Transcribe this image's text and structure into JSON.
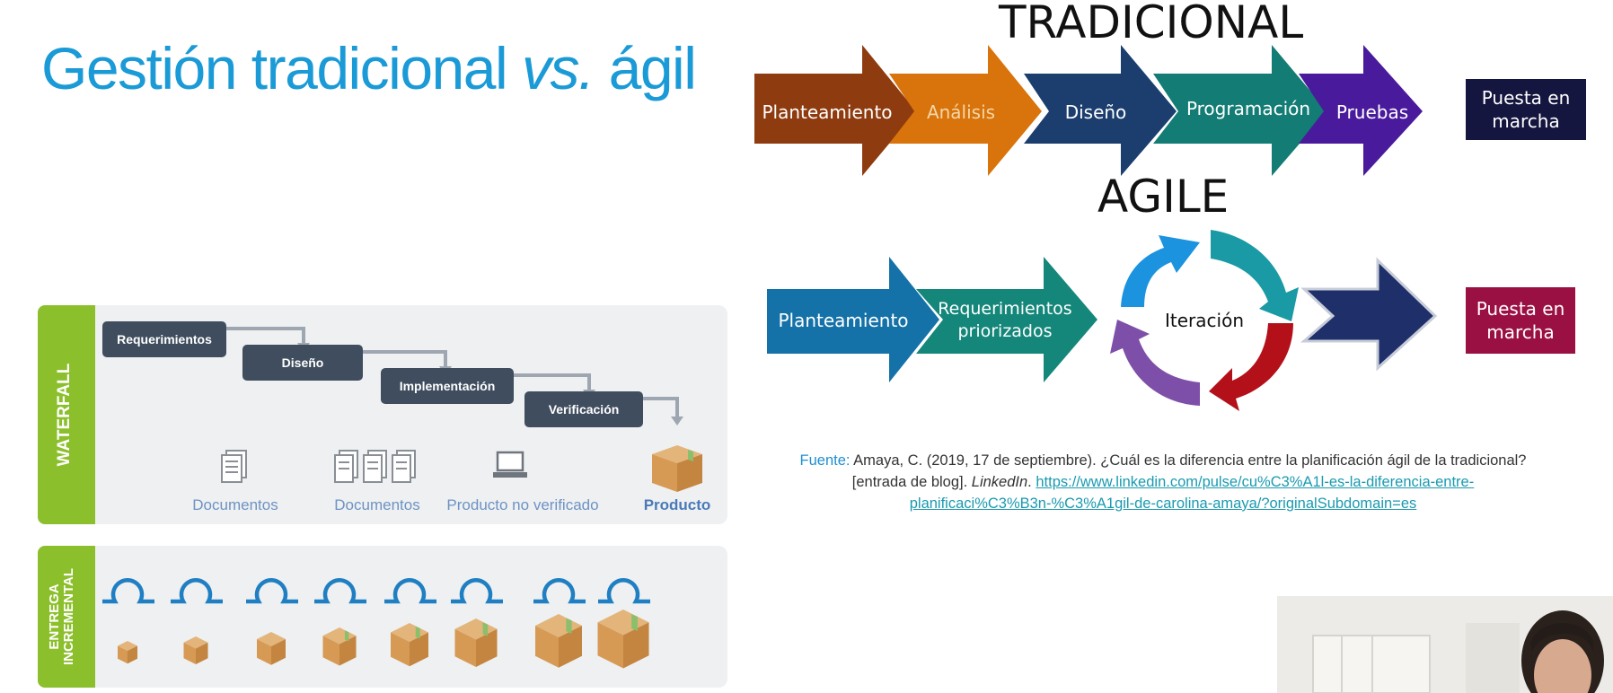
{
  "slide": {
    "title_main": "Gestión tradicional ",
    "title_vs": "vs.",
    "title_end": " ágil"
  },
  "waterfall": {
    "label": "WATERFALL",
    "steps": [
      "Requerimientos",
      "Diseño",
      "Implementación",
      "Verificación"
    ],
    "outputs": [
      "Documentos",
      "Documentos",
      "Producto no verificado",
      "Producto"
    ]
  },
  "incremental": {
    "label_line1": "ENTREGA",
    "label_line2": "INCREMENTAL",
    "iterations": 8
  },
  "traditional": {
    "heading": "TRADICIONAL",
    "stages": [
      "Planteamiento",
      "Análisis",
      "Diseño",
      "Programación",
      "Pruebas"
    ],
    "end_box": "Puesta en marcha"
  },
  "agile": {
    "heading": "AGILE",
    "stages": [
      "Planteamiento",
      "Requerimientos priorizados"
    ],
    "cycle_label": "Iteración",
    "end_box": "Puesta en marcha"
  },
  "citation": {
    "label": "Fuente:",
    "text": " Amaya, C. (2019, 17 de septiembre). ¿Cuál es la diferencia entre la planificación ágil de la tradicional? [entrada de blog]. ",
    "source": "LinkedIn",
    "sep": ". ",
    "url": "https://www.linkedin.com/pulse/cu%C3%A1l-es-la-diferencia-entre-planificaci%C3%B3n-%C3%A1gil-de-carolina-amaya/?originalSubdomain=es"
  },
  "colors": {
    "title": "#1a9ad6",
    "waterfall_green": "#8cbf2c",
    "step_dark": "#3f4d5e",
    "trad_arrows": [
      "#8e3b0f",
      "#d9730b",
      "#1c3e6e",
      "#137c74",
      "#4a1a9c"
    ],
    "agile_arrows": [
      "#1572a8",
      "#14877a"
    ],
    "end_trad": "#15163f",
    "end_agile": "#9a1042"
  }
}
